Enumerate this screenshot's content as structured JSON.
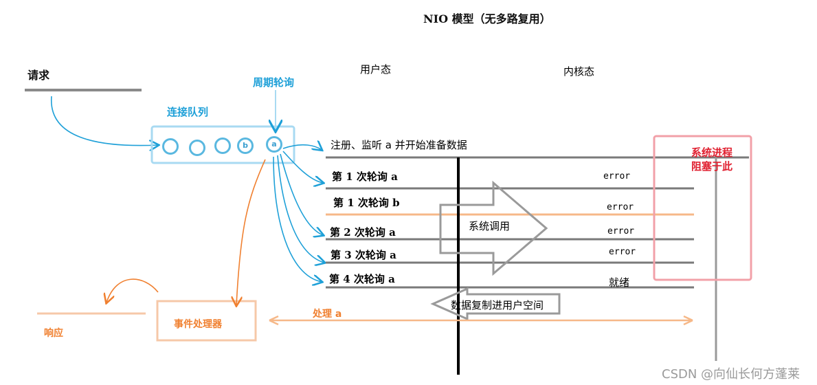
{
  "title": "NIO 模型（无多路复用）",
  "labels": {
    "request": "请求",
    "user_mode": "用户态",
    "kernel_mode": "内核态",
    "poll": "周期轮询",
    "conn_queue": "连接队列",
    "sys_block_line1": "系统进程",
    "sys_block_line2": "阻塞于此",
    "syscall": "系统调用",
    "copy_to_user": "数据复制进用户空间",
    "handle": "处理 a",
    "event_handler": "事件处理器",
    "response": "响应"
  },
  "queue_balls": [
    "",
    "",
    "",
    "b",
    "a"
  ],
  "steps": [
    {
      "text": "注册、监听 a 并开始准备数据",
      "status": ""
    },
    {
      "text": "第 1 次轮询 a",
      "status": "error"
    },
    {
      "text": "第 1 次轮询 b",
      "status": "error"
    },
    {
      "text": "第 2 次轮询 a",
      "status": "error"
    },
    {
      "text": "第 3 次轮询 a",
      "status": "error"
    },
    {
      "text": "第 4 次轮询 a",
      "status": "就绪"
    }
  ],
  "watermark": "CSDN @向仙长何方蓬莱",
  "colors": {
    "blue": "#1ea0d8",
    "orange": "#f08030",
    "red": "#e02030",
    "gray": "#8a8a8a"
  }
}
